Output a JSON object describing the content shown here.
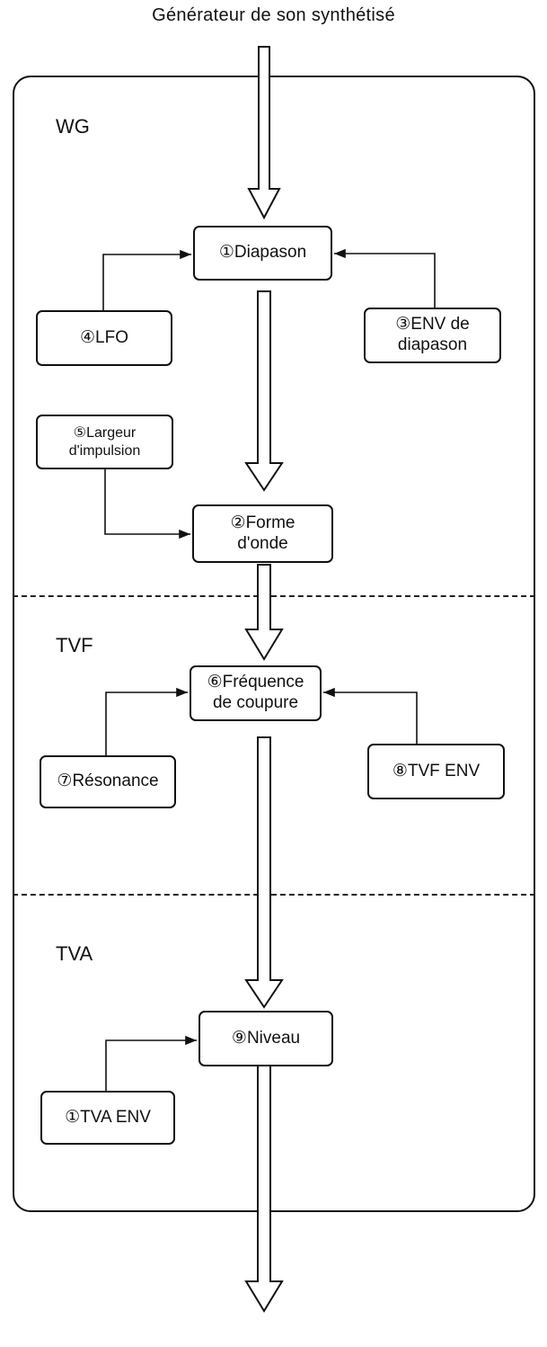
{
  "header": {
    "title": "Générateur de son synthétisé"
  },
  "sections": {
    "wg": "WG",
    "tvf": "TVF",
    "tva": "TVA"
  },
  "boxes": {
    "pitch": "①Diapason",
    "waveform": "②Forme\nd'onde",
    "pitch_env": "③ENV de\ndiapason",
    "lfo": "④LFO",
    "pulse_width": "⑤Largeur\nd'impulsion",
    "cutoff": "⑥Fréquence\nde coupure",
    "resonance": "⑦Résonance",
    "tvf_env": "⑧TVF ENV",
    "level": "⑨Niveau",
    "tva_env": "①TVA ENV"
  }
}
